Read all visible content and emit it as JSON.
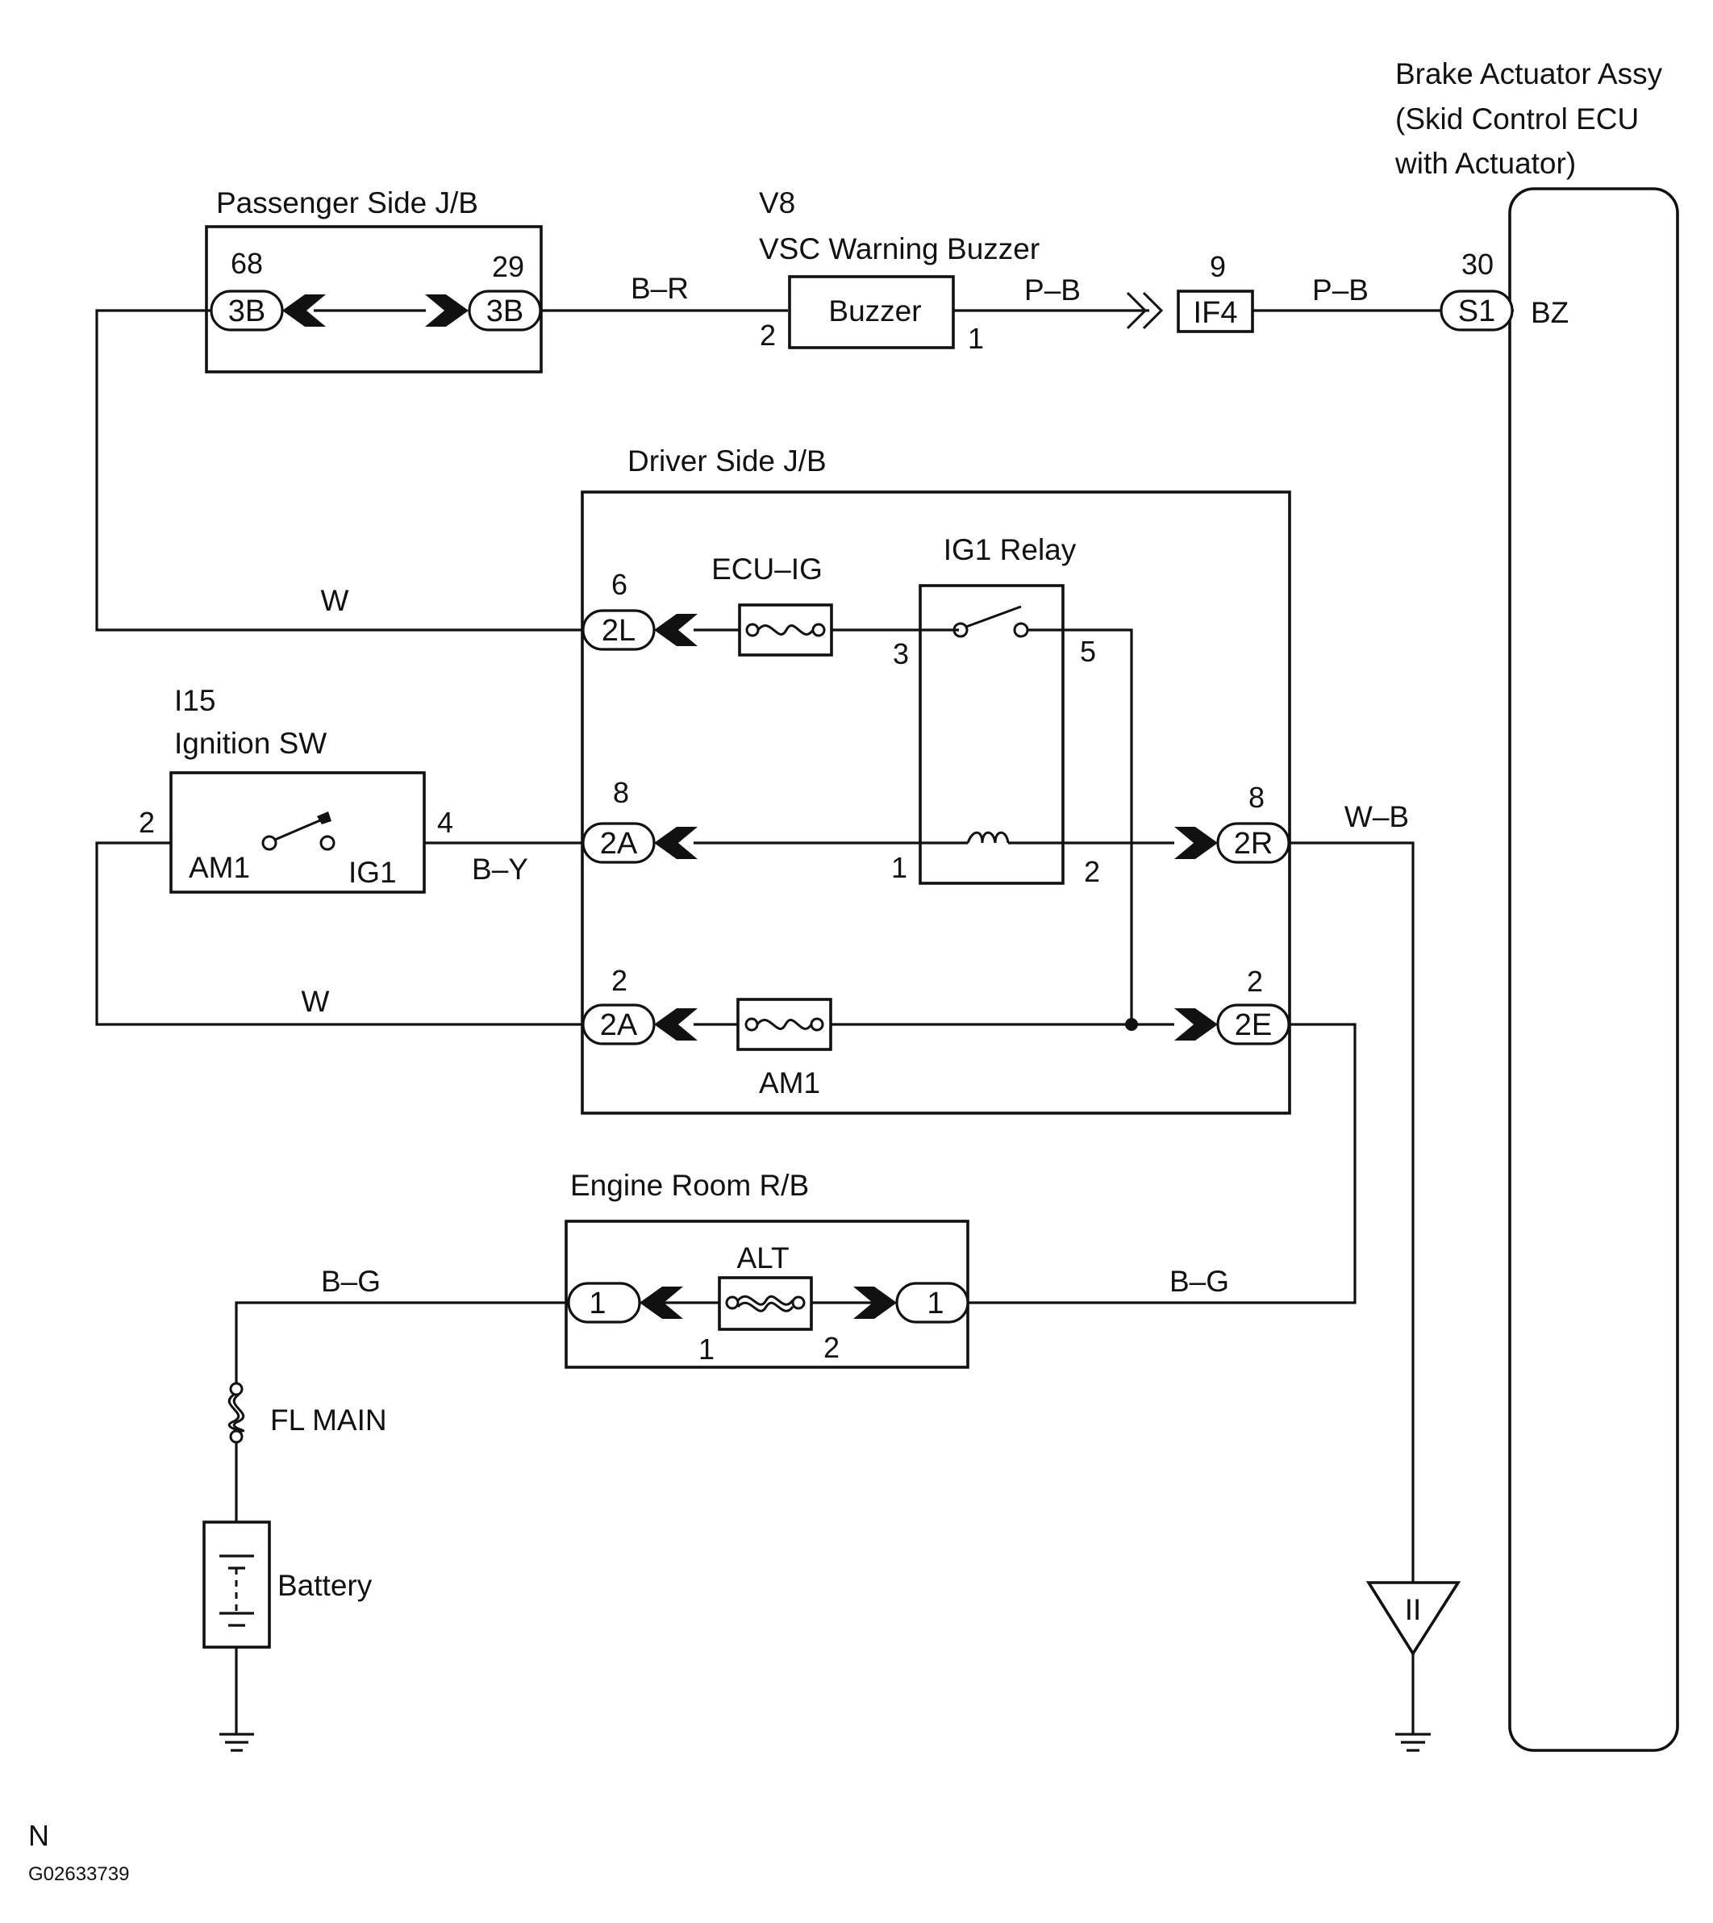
{
  "components": {
    "brake_actuator": {
      "line1": "Brake Actuator Assy",
      "line2": "(Skid Control ECU",
      "line3": "with Actuator)",
      "terminal": "BZ",
      "pin": "30",
      "connector": "S1"
    },
    "passenger_jb": {
      "title": "Passenger Side J/B",
      "left_pin": "68",
      "left_conn": "3B",
      "right_pin": "29",
      "right_conn": "3B"
    },
    "buzzer": {
      "code": "V8",
      "title": "VSC Warning Buzzer",
      "label": "Buzzer",
      "pin_in": "2",
      "pin_out": "1"
    },
    "if4": {
      "pin": "9",
      "label": "IF4"
    },
    "driver_jb": {
      "title": "Driver Side J/B",
      "conn_2l": {
        "pin": "6",
        "label": "2L"
      },
      "conn_2a_top": {
        "pin": "8",
        "label": "2A"
      },
      "conn_2a_bottom": {
        "pin": "2",
        "label": "2A"
      },
      "conn_2r": {
        "pin": "8",
        "label": "2R"
      },
      "conn_2e": {
        "pin": "2",
        "label": "2E"
      },
      "ecu_ig_fuse": "ECU–IG",
      "am1_fuse": "AM1"
    },
    "ig1_relay": {
      "title": "IG1 Relay",
      "pin3": "3",
      "pin5": "5",
      "pin1": "1",
      "pin2": "2"
    },
    "ignition_sw": {
      "code": "I15",
      "title": "Ignition SW",
      "pin_left": "2",
      "pin_right": "4",
      "am1": "AM1",
      "ig1": "IG1"
    },
    "engine_rb": {
      "title": "Engine Room R/B",
      "fuse": "ALT",
      "left_conn": "1",
      "right_conn": "1",
      "fuse_pin_left": "1",
      "fuse_pin_right": "2"
    },
    "fl_main": "FL MAIN",
    "battery": "Battery",
    "ground_point": "II"
  },
  "wires": {
    "b_r": "B–R",
    "p_b_1": "P–B",
    "p_b_2": "P–B",
    "w_top": "W",
    "b_y": "B–Y",
    "w_bottom": "W",
    "w_b": "W–B",
    "b_g_left": "B–G",
    "b_g_right": "B–G"
  },
  "footer": {
    "code": "N",
    "figure_id": "G02633739"
  }
}
